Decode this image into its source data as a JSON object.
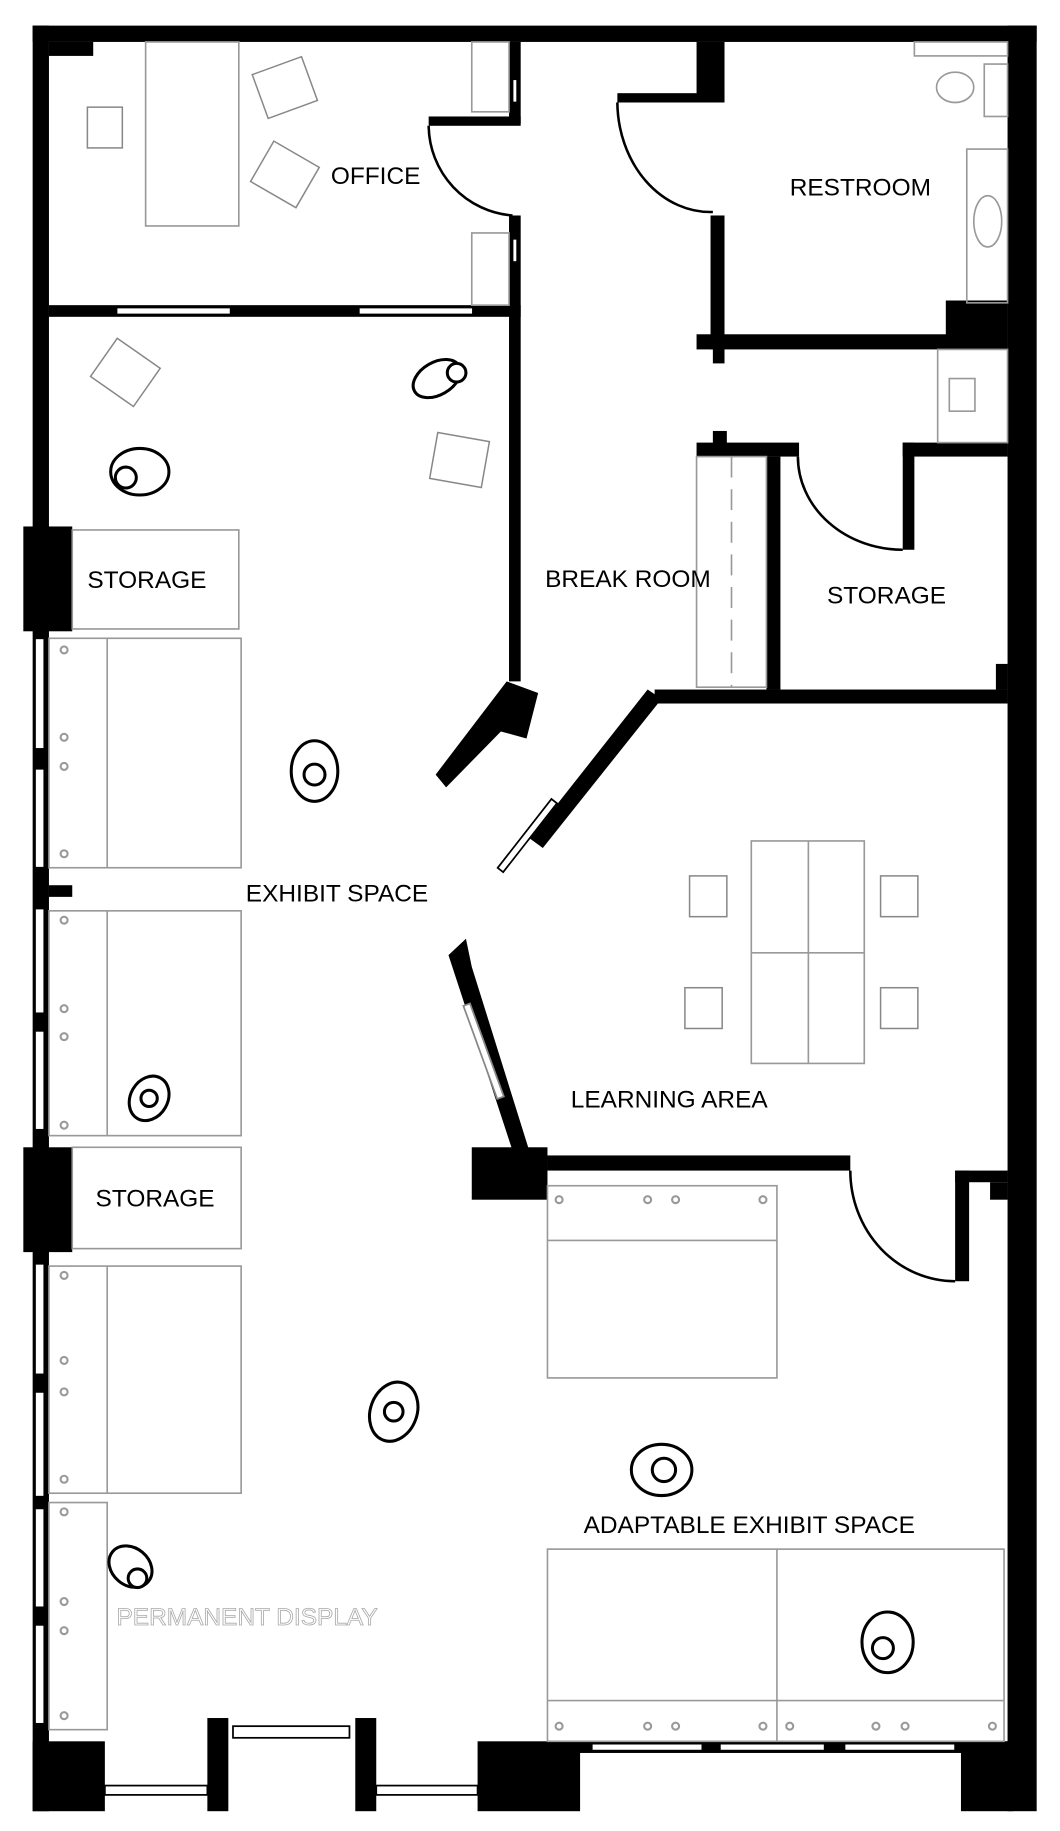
{
  "rooms": {
    "office": "OFFICE",
    "restroom": "RESTROOM",
    "break_room": "BREAK ROOM",
    "storage_left_top": "STORAGE",
    "storage_right": "STORAGE",
    "storage_left_bottom": "STORAGE",
    "exhibit_space": "EXHIBIT SPACE",
    "learning_area": "LEARNING AREA",
    "adaptable_exhibit_space": "ADAPTABLE EXHIBIT SPACE",
    "permanent_display": "PERMANENT DISPLAY"
  }
}
